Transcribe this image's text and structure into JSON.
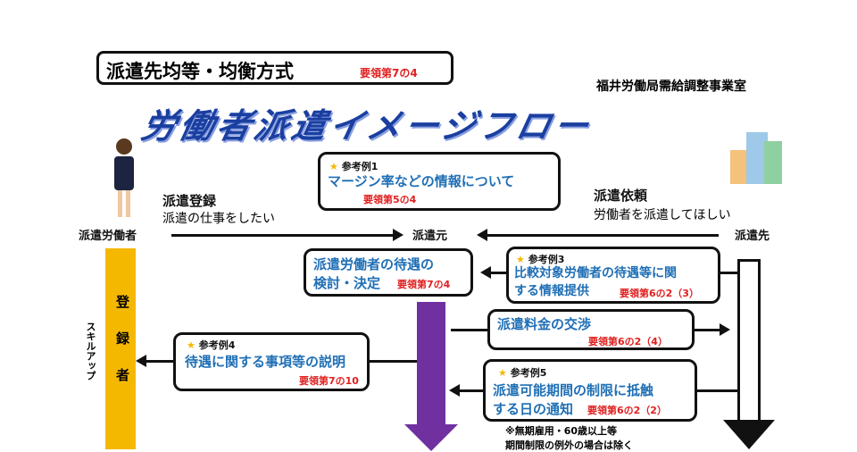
{
  "header": {
    "method_title": "派遣先均等・均衡方式",
    "method_ref": "要領第7の4",
    "office": "福井労働局需給調整事業室",
    "main_title": "労働者派遣イメージフロー"
  },
  "actors": {
    "worker": "派遣労働者",
    "agency": "派遣元",
    "client": "派遣先"
  },
  "flows": {
    "registration": "派遣登録",
    "registration_sub": "派遣の仕事をしたい",
    "request": "派遣依頼",
    "request_sub": "労働者を派遣してほしい"
  },
  "sidebar": {
    "registered": "登録者",
    "skill_up": "スキルアップ"
  },
  "boxes": {
    "ex1": {
      "ref": "参考例1",
      "title": "マージン率などの情報について",
      "rule": "要領第5の4"
    },
    "decision": {
      "title1": "派遣労働者の待遇の",
      "title2": "検討・決定",
      "rule": "要領第7の4"
    },
    "ex3": {
      "ref": "参考例3",
      "title1": "比較対象労働者の待遇等に関",
      "title2": "する情報提供",
      "rule": "要領第6の2（3）"
    },
    "fee": {
      "title": "派遣料金の交渉",
      "rule": "要領第6の2（4）"
    },
    "ex4": {
      "ref": "参考例4",
      "title": "待遇に関する事項等の説明",
      "rule": "要領第7の10"
    },
    "ex5": {
      "ref": "参考例5",
      "title1": "派遣可能期間の制限に抵触",
      "title2": "する日の通知",
      "rule": "要領第6の2（2）"
    }
  },
  "footnote": {
    "line1": "※無期雇用・60歳以上等",
    "line2": "期間制限の例外の場合は除く"
  },
  "colors": {
    "blue": "#1f6fb5",
    "red": "#e02020",
    "purple": "#7030a0",
    "yellow": "#f5b800"
  }
}
